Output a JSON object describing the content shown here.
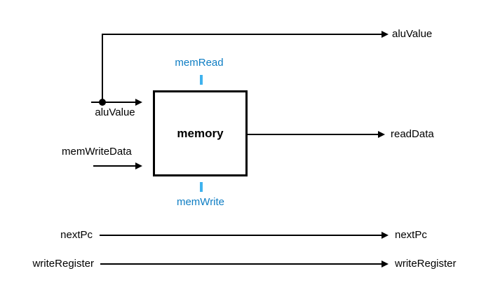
{
  "diagram": {
    "block": {
      "label": "memory"
    },
    "control_signals": [
      {
        "label": "memRead",
        "position": "top"
      },
      {
        "label": "memWrite",
        "position": "bottom"
      }
    ],
    "inputs": [
      {
        "label": "aluValue"
      },
      {
        "label": "memWriteData"
      }
    ],
    "outputs": [
      {
        "label": "aluValue"
      },
      {
        "label": "readData"
      }
    ],
    "passthrough": [
      {
        "left_label": "nextPc",
        "right_label": "nextPc"
      },
      {
        "left_label": "writeRegister",
        "right_label": "writeRegister"
      }
    ],
    "colors": {
      "wire": "#000000",
      "signal_text": "#0e7dc3",
      "signal_tick": "#3fb2ee",
      "background": "#ffffff"
    }
  }
}
